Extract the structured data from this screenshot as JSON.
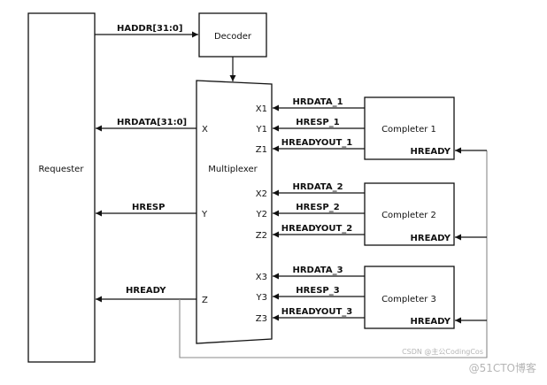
{
  "blocks": {
    "requester": "Requester",
    "decoder": "Decoder",
    "multiplexer": "Multiplexer",
    "completer_1": "Completer 1",
    "completer_2": "Completer 2",
    "completer_3": "Completer 3"
  },
  "signals": {
    "haddr": "HADDR[31:0]",
    "hrdata": "HRDATA[31:0]",
    "hresp": "HRESP",
    "hready": "HREADY",
    "hrdata_1": "HRDATA_1",
    "hresp_1": "HRESP_1",
    "hreadyout_1": "HREADYOUT_1",
    "hrdata_2": "HRDATA_2",
    "hresp_2": "HRESP_2",
    "hreadyout_2": "HREADYOUT_2",
    "hrdata_3": "HRDATA_3",
    "hresp_3": "HRESP_3",
    "hreadyout_3": "HREADYOUT_3",
    "completer_hready": "HREADY"
  },
  "mux_ports": {
    "out": [
      "X",
      "Y",
      "Z"
    ],
    "in_1": [
      "X1",
      "Y1",
      "Z1"
    ],
    "in_2": [
      "X2",
      "Y2",
      "Z2"
    ],
    "in_3": [
      "X3",
      "Y3",
      "Z3"
    ]
  },
  "watermarks": {
    "csdn": "CSDN @主公CodingCos",
    "blog": "@51CTO博客"
  },
  "colors": {
    "stroke": "#111111",
    "feedback": "#8a8a8a",
    "watermark": "#b5b5b5"
  }
}
